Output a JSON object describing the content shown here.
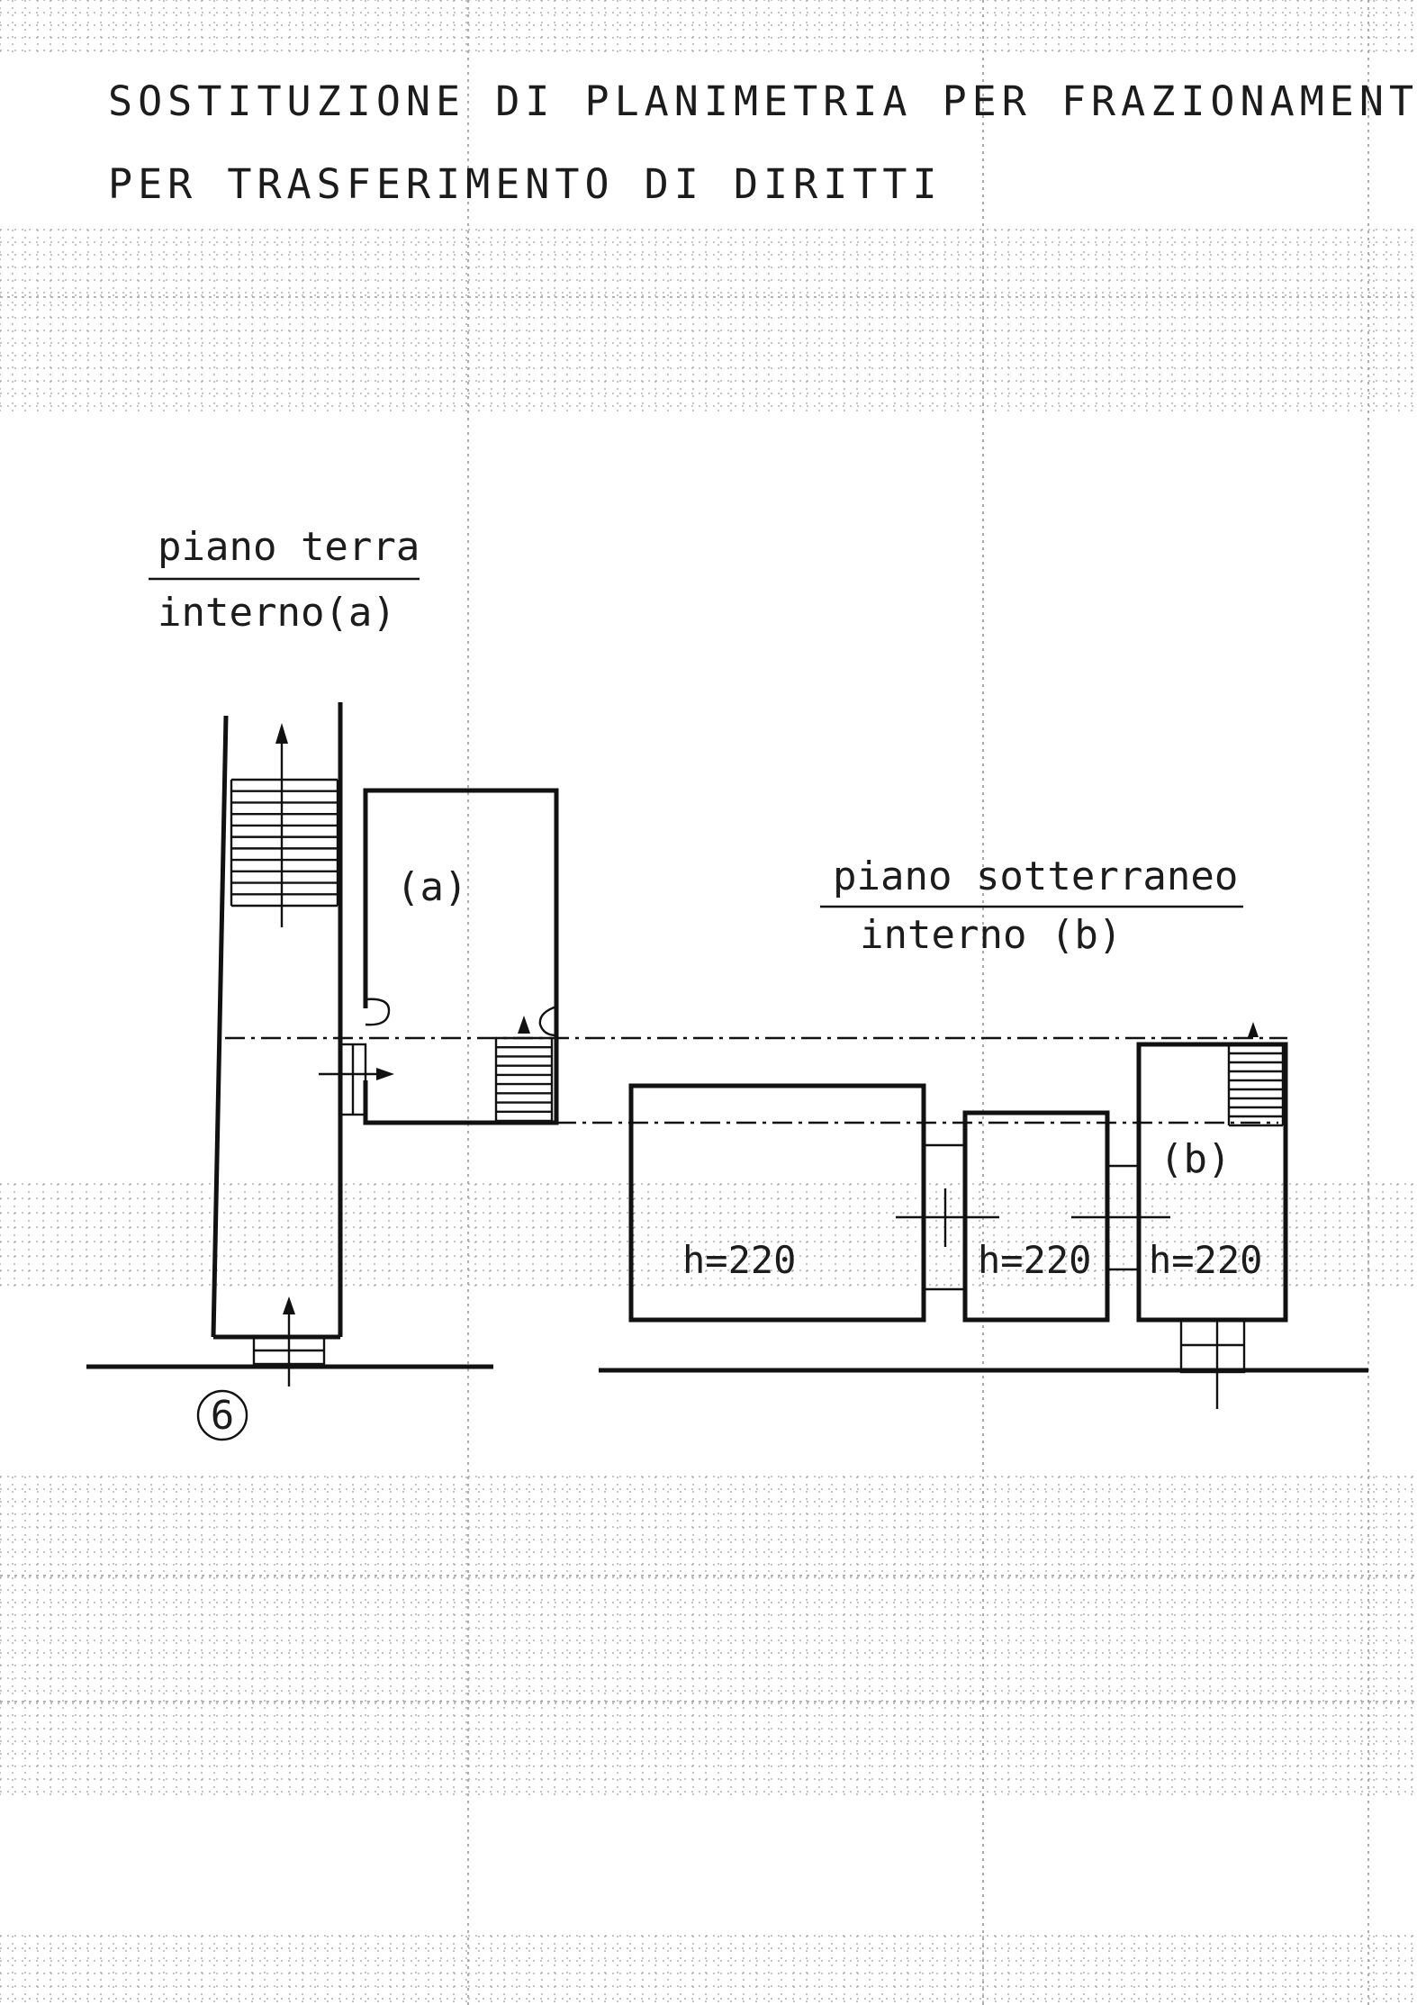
{
  "title": {
    "line1": "SOSTITUZIONE  DI PLANIMETRIA  PER FRAZIONAMENTO",
    "line2": "PER TRASFERIMENTO DI DIRITTI"
  },
  "ground_floor": {
    "floor_label": "piano terra",
    "unit_label": "interno(a)",
    "room_label": "(a)"
  },
  "basement": {
    "floor_label": "piano sotterraneo",
    "unit_label": "interno (b)",
    "room_label": "(b)",
    "room_heights": [
      "h=220",
      "h=220",
      "h=220"
    ]
  },
  "street_marker": "6",
  "colors": {
    "ink": "#111111",
    "grid": "#8a8a8a",
    "paper": "#ffffff"
  }
}
